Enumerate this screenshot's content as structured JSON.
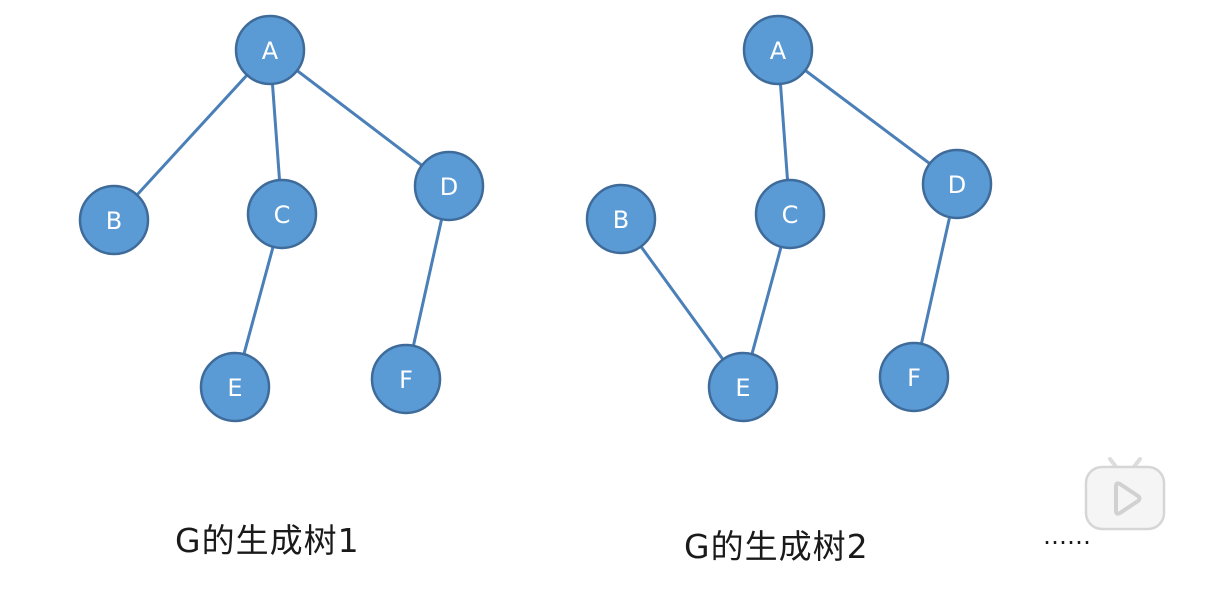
{
  "colors": {
    "node_fill": "#5b9bd5",
    "node_stroke": "#3e6b9a",
    "edge": "#4a7fb8",
    "label": "#ffffff",
    "caption": "#1a1a1a"
  },
  "trees": [
    {
      "caption": "G的生成树1",
      "nodes": [
        "A",
        "B",
        "C",
        "D",
        "E",
        "F"
      ],
      "edges": [
        [
          "A",
          "B"
        ],
        [
          "A",
          "C"
        ],
        [
          "A",
          "D"
        ],
        [
          "C",
          "E"
        ],
        [
          "D",
          "F"
        ]
      ]
    },
    {
      "caption": "G的生成树2",
      "nodes": [
        "A",
        "B",
        "C",
        "D",
        "E",
        "F"
      ],
      "edges": [
        [
          "A",
          "C"
        ],
        [
          "A",
          "D"
        ],
        [
          "C",
          "E"
        ],
        [
          "B",
          "E"
        ],
        [
          "D",
          "F"
        ]
      ]
    }
  ],
  "more_indicator": "……",
  "player": {
    "icon": "play-icon"
  }
}
